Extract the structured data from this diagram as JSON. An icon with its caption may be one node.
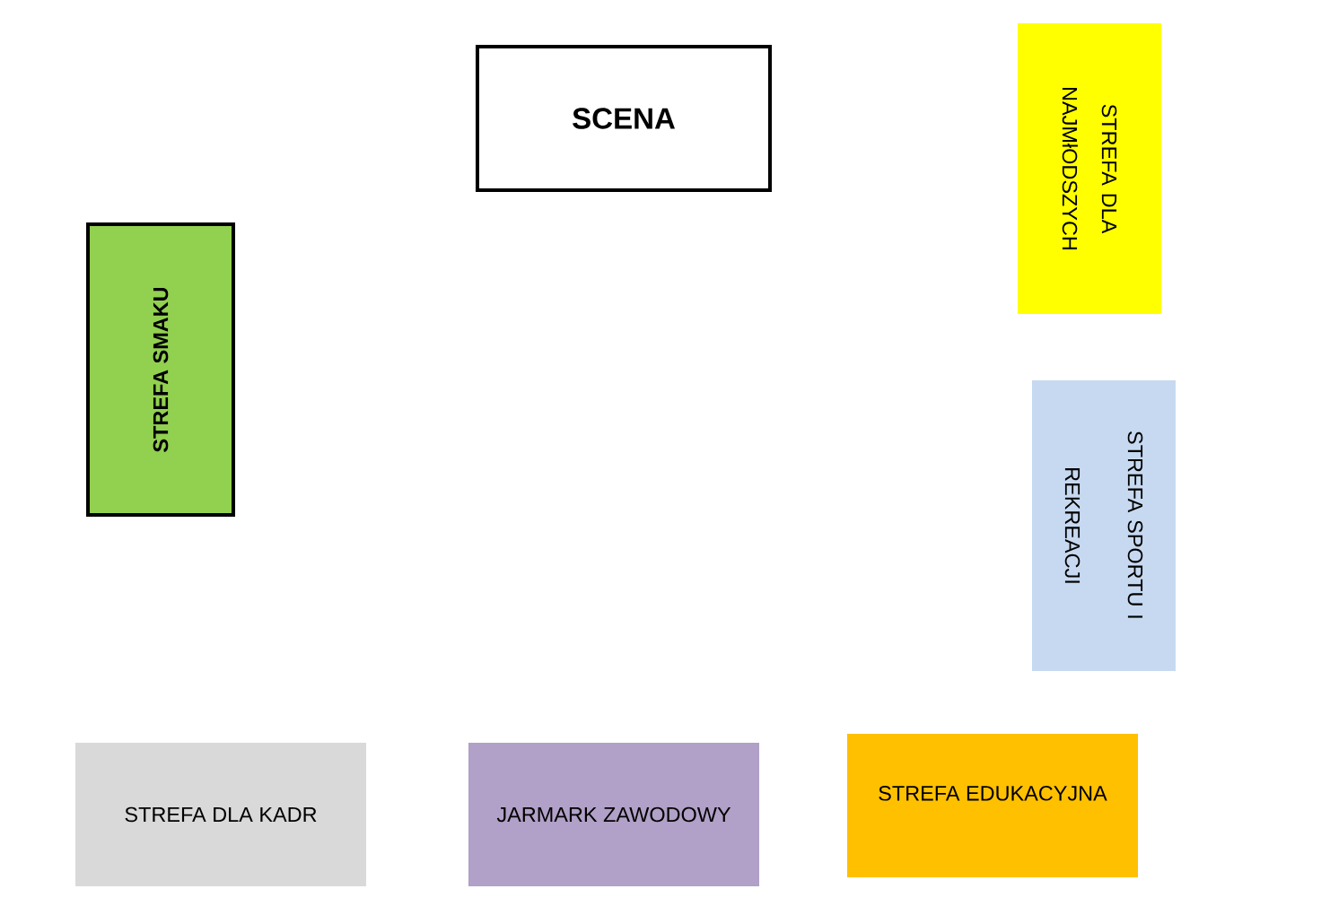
{
  "diagram": {
    "nodes": [
      {
        "text": [
          "SCENA"
        ]
      },
      {
        "text": [
          "STREFA DLA NAJMłODSZYCH"
        ]
      },
      {
        "text": [
          "STREFA SMAKU"
        ]
      },
      {
        "text": [
          "STREFA SPORTU I REKREACJI"
        ]
      },
      {
        "text": [
          "STREFA DLA KADR"
        ]
      },
      {
        "text": [
          "JARMARK ZAWODOWY"
        ]
      },
      {
        "text": [
          "STREFA EDUKACYJNA"
        ]
      }
    ]
  }
}
